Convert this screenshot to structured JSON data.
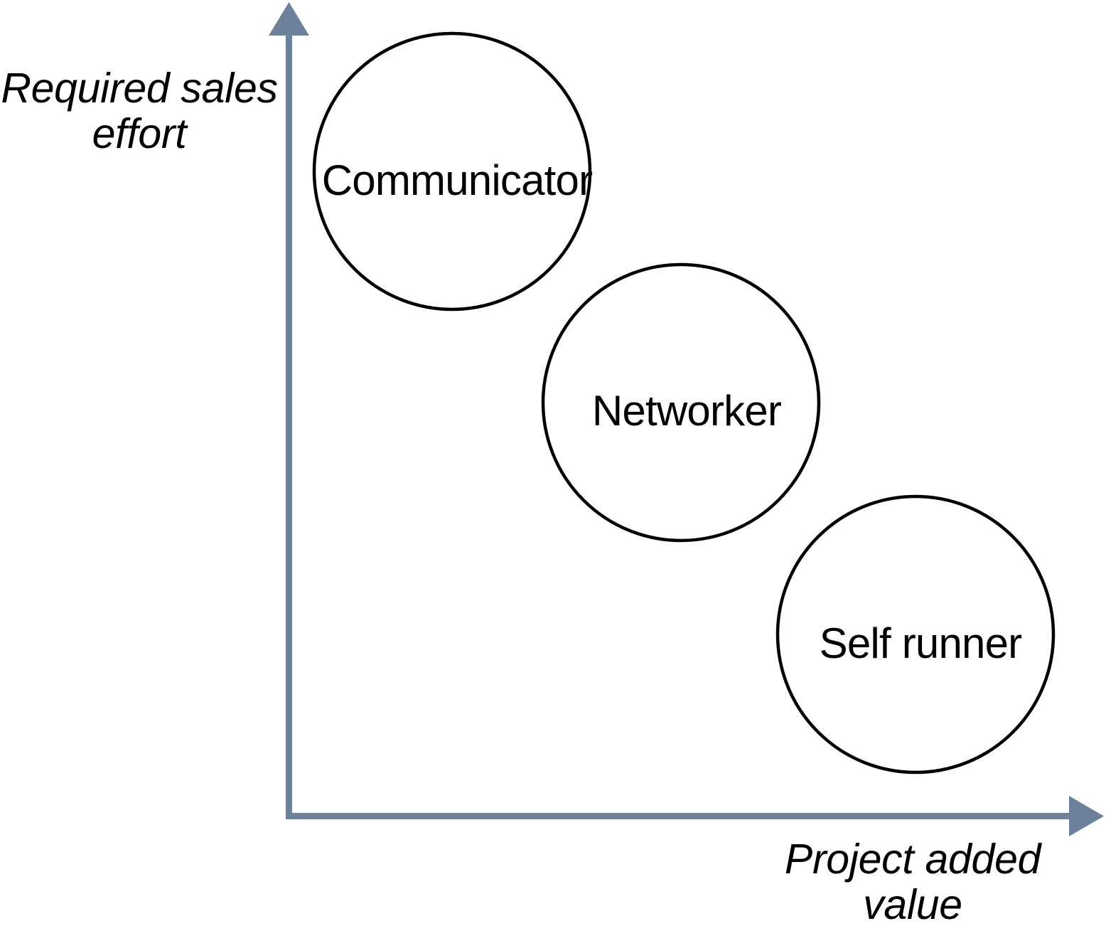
{
  "chart_data": {
    "type": "scatter",
    "title": "",
    "xlabel": "Project added value",
    "ylabel": "Required sales effort",
    "grid": false,
    "legend": "none",
    "xlim": [
      0,
      10
    ],
    "ylim": [
      0,
      10
    ],
    "axis_ticks": {
      "x": [],
      "y": []
    },
    "bubbles": [
      {
        "label": "Communicator",
        "x": 2.1,
        "y": 8.2,
        "r": 196,
        "cx": 636,
        "cy": 241
      },
      {
        "label": "Networker",
        "x": 5.0,
        "y": 5.3,
        "r": 196,
        "cx": 958,
        "cy": 566
      },
      {
        "label": "Self runner",
        "x": 8.0,
        "y": 2.4,
        "r": 196,
        "cx": 1288,
        "cy": 892
      }
    ]
  },
  "axes": {
    "y_label_text": "Required sales\neffort",
    "x_label_text": "Project added\nvalue",
    "line_color": "#6C819B",
    "arrow_color": "#6C819B",
    "y_arrow_icon": "arrow-up-icon",
    "x_arrow_icon": "arrow-right-icon"
  },
  "bubbles": [
    {
      "label": "Communicator",
      "stroke_color": "#000000",
      "fill_color": "#ffffff"
    },
    {
      "label": "Networker",
      "stroke_color": "#000000",
      "fill_color": "#ffffff"
    },
    {
      "label": "Self runner",
      "stroke_color": "#000000",
      "fill_color": "#ffffff"
    }
  ],
  "colors": {
    "background": "#ffffff",
    "axis": "#6C819B",
    "bubble_stroke": "#000000",
    "text": "#000000"
  }
}
